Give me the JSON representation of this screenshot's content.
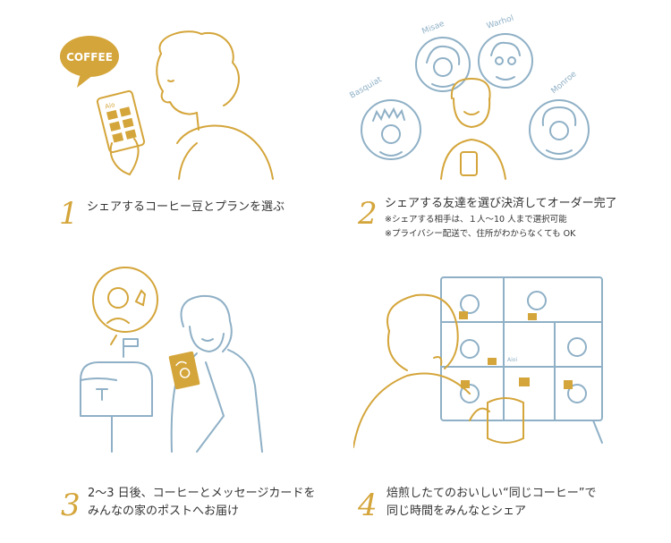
{
  "colors": {
    "gold": "#d4a53a",
    "blue": "#8fb0c6",
    "text": "#333333"
  },
  "steps": [
    {
      "number": "1",
      "caption": "シェアするコーヒー豆とプランを選ぶ",
      "badge": "COFFEE",
      "device_label": "Aio"
    },
    {
      "number": "2",
      "caption": "シェアする友達を選び決済してオーダー完了",
      "notes": [
        "※シェアする相手は、１人〜10 人まで選択可能",
        "※プライバシー配送で、住所がわからなくても OK"
      ],
      "friends": [
        "Basquiat",
        "Misae",
        "Warhol",
        "Monroe"
      ]
    },
    {
      "number": "3",
      "caption_line1": "2〜3 日後、コーヒーとメッセージカードを",
      "caption_line2": "みんなの家のポストへお届け"
    },
    {
      "number": "4",
      "caption_line1": "焙煎したてのおいしい“同じコーヒー”で",
      "caption_line2": "同じ時間をみんなとシェア",
      "screen_label": "Aioi"
    }
  ]
}
